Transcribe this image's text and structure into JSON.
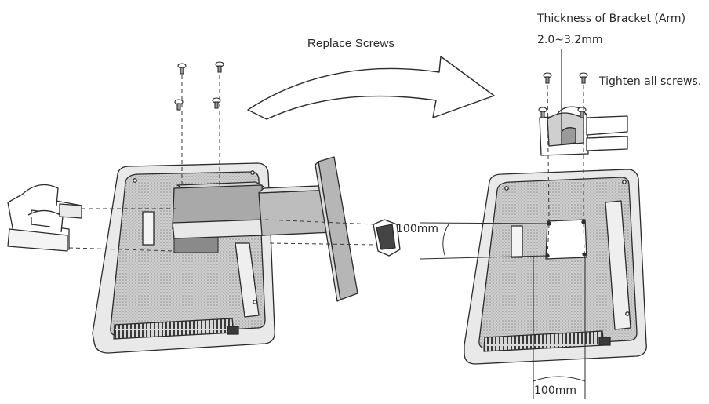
{
  "labels": {
    "replace_screws": "Replace Screws",
    "bracket_thickness": "Thickness of Bracket (Arm)",
    "bracket_range": "2.0~3.2mm",
    "tighten": "Tighten all screws.",
    "vertical_spacing": "100mm",
    "horizontal_spacing": "100mm"
  },
  "colors": {
    "line": "#2b2b2b",
    "panel": "#c9c9c9",
    "panel_dark": "#a8a8a8",
    "stand_mid": "#bdbdbd",
    "white": "#ffffff"
  }
}
